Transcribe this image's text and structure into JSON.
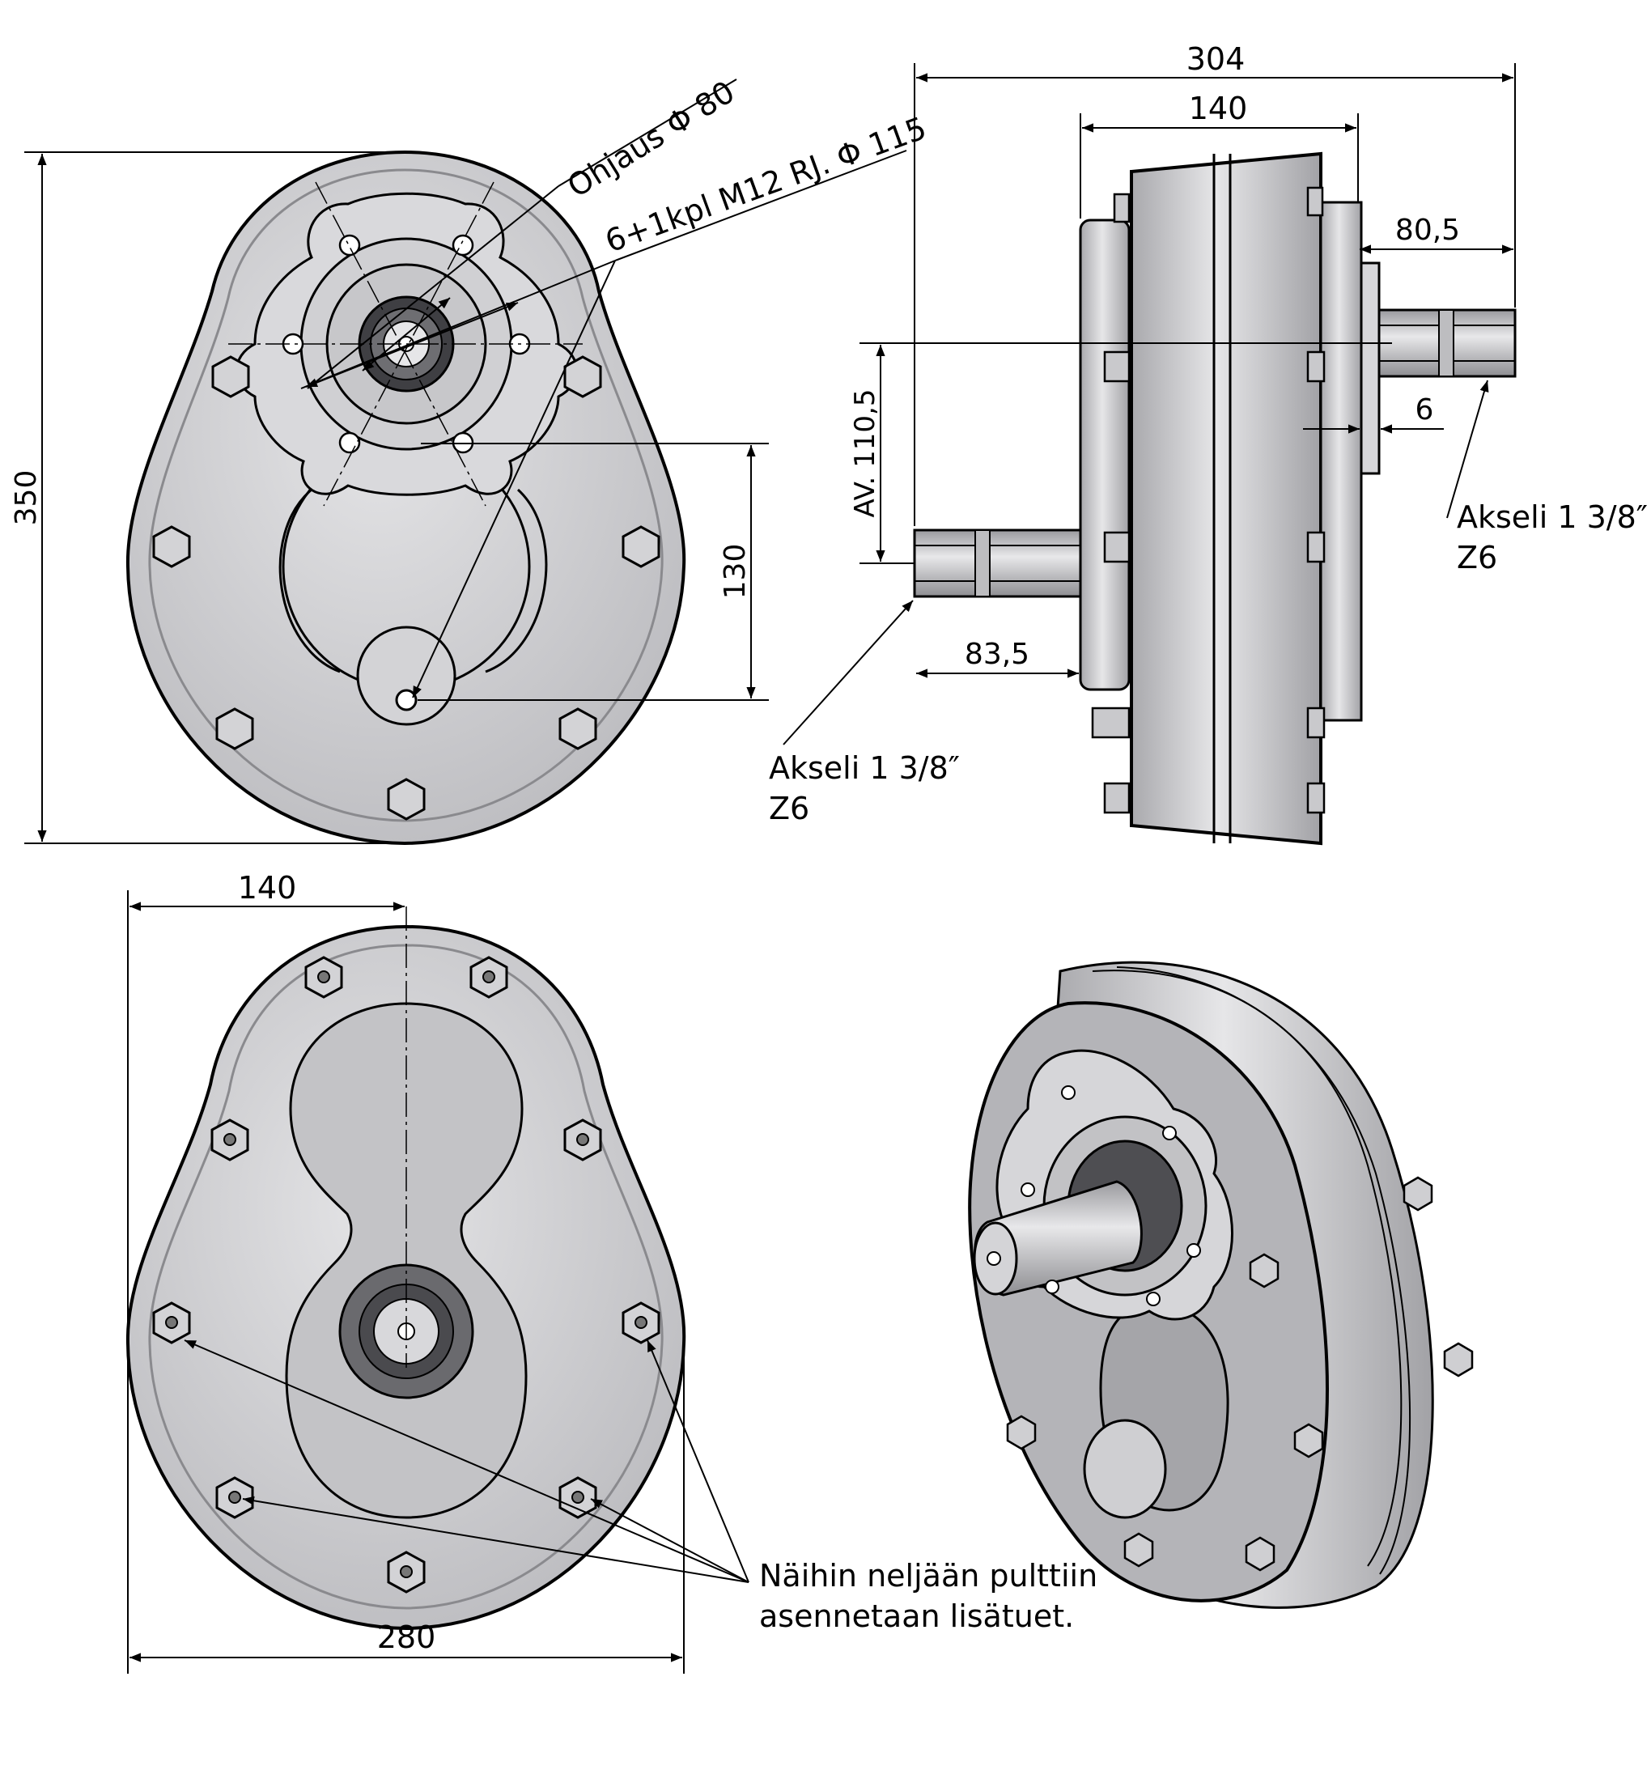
{
  "front_view": {
    "dim_height": "350",
    "dim_center_distance": "130",
    "callout_pilot": "Ohjaus  Φ  80",
    "callout_bolts": "6+1kpl M12 RJ.  Φ  115"
  },
  "side_view": {
    "dim_total_length": "304",
    "dim_body_width": "140",
    "dim_output_shaft": "80,5",
    "dim_offset": "6",
    "dim_input_shaft": "83,5",
    "dim_shaft_spacing": "AV.  110,5",
    "shaft_output_line1": "Akseli 1 3/8″",
    "shaft_output_line2": "Z6",
    "shaft_input_line1": "Akseli 1 3/8″",
    "shaft_input_line2": "Z6"
  },
  "rear_view": {
    "dim_half_width": "140",
    "dim_width": "280",
    "note_line1": "Näihin neljään pulttiin",
    "note_line2": "asennetaan lisätuet."
  },
  "colors": {
    "housing": "#c9c9cc",
    "housing_dark": "#8d8d91",
    "seal": "#5a5a5e",
    "line": "#000000"
  }
}
